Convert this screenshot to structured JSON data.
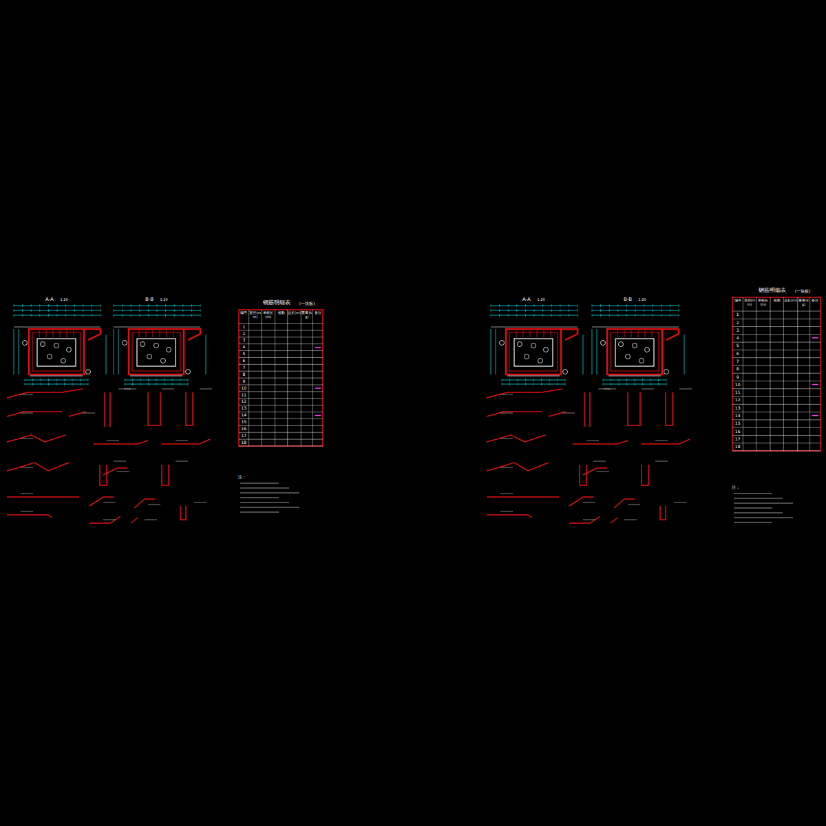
{
  "diagram": {
    "labels": [
      "A-A",
      "1:20",
      "B-B",
      "1:20",
      "钢筋明细表",
      "(一块板)",
      "编号",
      "直径(mm)",
      "单根长(m)",
      "根数",
      "总长(m)",
      "重量(kg)",
      "备注",
      "1",
      "2",
      "3",
      "4",
      "5",
      "6",
      "7",
      "8",
      "9",
      "10",
      "11",
      "12",
      "13",
      "14",
      "15",
      "16",
      "17",
      "18",
      "注：",
      "A-A",
      "1:20",
      "B-B",
      "1:20",
      "钢筋明细表",
      "(一块板)",
      "编号",
      "直径(mm)",
      "单根长(m)",
      "根数",
      "总长(m)",
      "重量(kg)",
      "备注",
      "1",
      "2",
      "3",
      "4",
      "5",
      "6",
      "7",
      "8",
      "9",
      "10",
      "11",
      "12",
      "13",
      "14",
      "15",
      "16",
      "17",
      "18",
      "注："
    ]
  }
}
